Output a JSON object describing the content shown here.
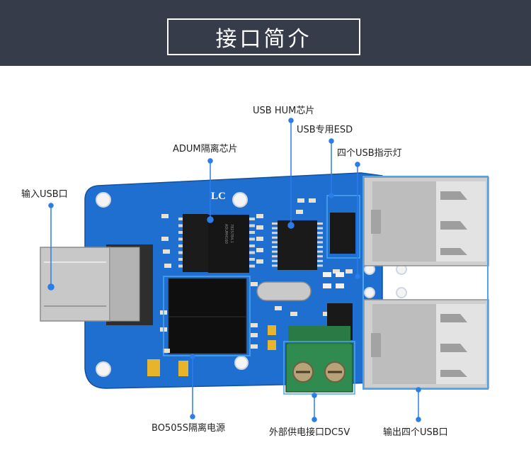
{
  "banner": {
    "title": "接口简介"
  },
  "board": {
    "silk_logo": "LC"
  },
  "labels": {
    "usb_hub_chip": "USB HUM芯片",
    "usb_esd": "USB专用ESD",
    "adum_isolation": "ADUM隔离芯片",
    "usb_indicators": "四个USB指示灯",
    "usb_input": "输入USB口",
    "bo505s_power": "BO505S隔离电源",
    "external_dc": "外部供电接口DC5V",
    "usb_outputs": "输出四个USB口"
  },
  "colors": {
    "banner_bg": "#363c4a",
    "pcb_blue": "#1f6fd1",
    "callout_blue": "#2b7de9"
  }
}
